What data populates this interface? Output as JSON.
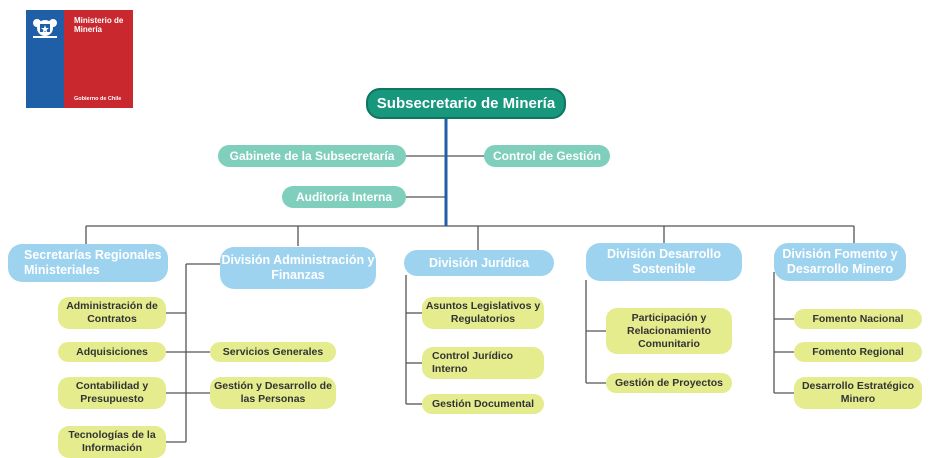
{
  "logo": {
    "title": "Ministerio de Minería",
    "subtitle": "Gobierno de Chile",
    "icon": "chile-coat-of-arms-icon"
  },
  "colors": {
    "top": "#17977c",
    "staff": "#7fcfbc",
    "division": "#9dd3ef",
    "leaf": "#e4ec8e",
    "line_main": "#1f5fa8",
    "line": "#555555"
  },
  "org": {
    "top": "Subsecretario de Minería",
    "staff": {
      "gabinete": "Gabinete de la Subsecretaría",
      "control": "Control de Gestión",
      "auditoria": "Auditoría Interna"
    },
    "divisions": [
      {
        "label": "Secretarías Regionales Ministeriales"
      },
      {
        "label": "División Administración y Finanzas",
        "left_items": [
          "Administración de Contratos",
          "Adquisiciones",
          "Contabilidad y Presupuesto",
          "Tecnologías de la Información"
        ],
        "right_items": [
          "Servicios Generales",
          "Gestión y Desarrollo de las Personas"
        ]
      },
      {
        "label": "División Jurídica",
        "items": [
          "Asuntos Legislativos y Regulatorios",
          "Control Jurídico Interno",
          "Gestión Documental"
        ]
      },
      {
        "label": "División Desarrollo Sostenible",
        "items": [
          "Participación y Relacionamiento Comunitario",
          "Gestión de Proyectos"
        ]
      },
      {
        "label": "División Fomento y Desarrollo Minero",
        "items": [
          "Fomento Nacional",
          "Fomento Regional",
          "Desarrollo Estratégico Minero"
        ]
      }
    ]
  }
}
